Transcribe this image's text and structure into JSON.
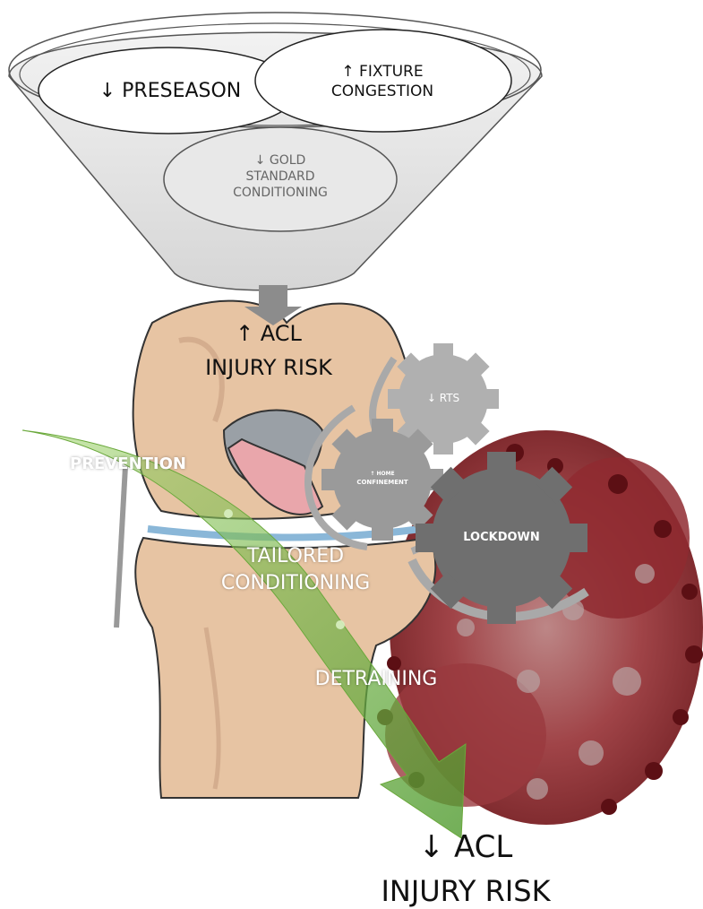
{
  "funnel": {
    "preseason": "↓ PRESEASON",
    "fixture_line1": "↑ FIXTURE",
    "fixture_line2": "CONGESTION",
    "gold_line1": "↓ GOLD",
    "gold_line2": "STANDARD",
    "gold_line3": "CONDITIONING"
  },
  "top_risk": {
    "line1": "↑ ACL",
    "line2": "INJURY RISK"
  },
  "gears": {
    "rts": "↓ RTS",
    "home_line1": "↑ HOME",
    "home_line2": "CONFINEMENT",
    "lockdown": "LOCKDOWN"
  },
  "arrow_labels": {
    "prevention": "PREVENTION",
    "tailored_line1": "TAILORED",
    "tailored_line2": "CONDITIONING",
    "detraining": "DETRAINING"
  },
  "bottom_risk": {
    "line1": "↓ ACL",
    "line2": "INJURY RISK"
  },
  "colors": {
    "bone": "#e7c4a3",
    "bone_shadow": "#c89f80",
    "ligament_pink": "#e9a6ab",
    "meniscus_blue": "#8ab7d8",
    "funnel_fill": "#e3e3e3",
    "funnel_stroke": "#555555",
    "gear_dark": "#6f6f6f",
    "gear_light": "#b0b0b0",
    "virus_red": "#8a2228",
    "arrow_green": "#78b84a"
  },
  "icons": [
    "down-arrow-icon",
    "gear-icon",
    "virus-icon",
    "knee-joint-icon",
    "funnel-icon"
  ]
}
